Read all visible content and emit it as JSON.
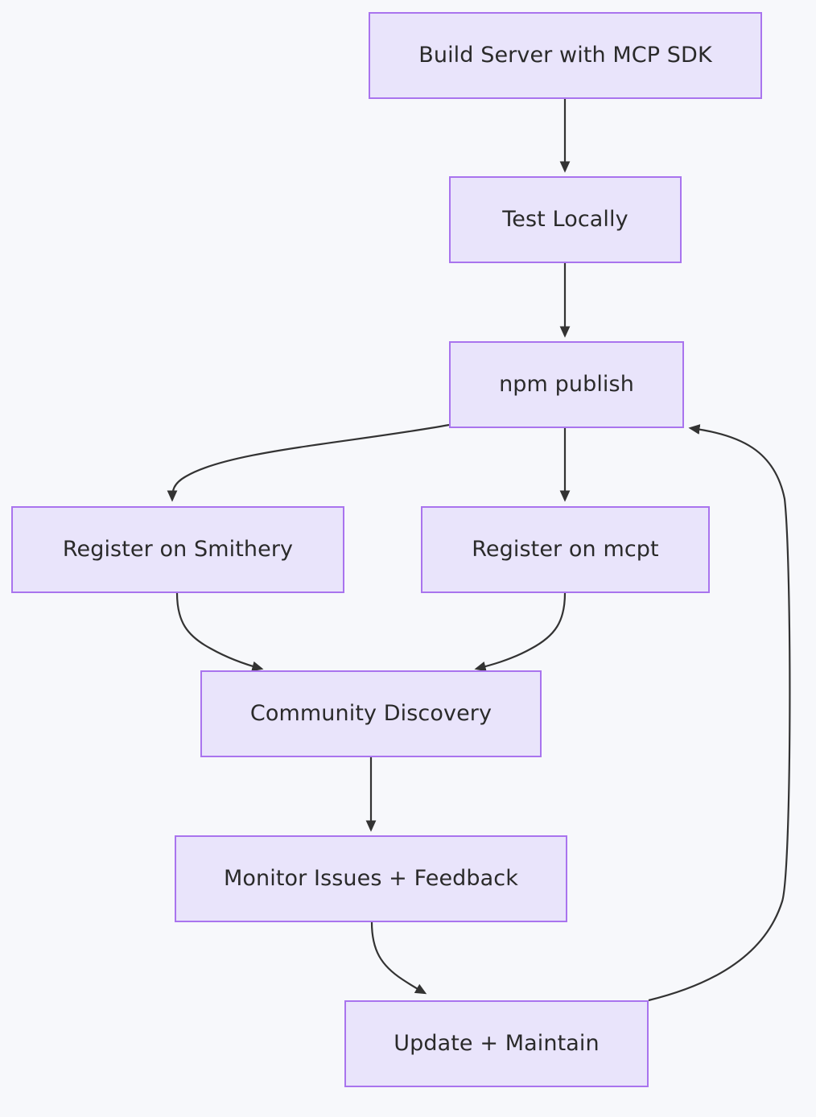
{
  "diagram": {
    "type": "flowchart",
    "direction": "top-down",
    "background_color": "#f7f8fb",
    "node_fill_color": "#e9e4fb",
    "node_border_color": "#a974ee",
    "node_text_color": "#2a2a2a",
    "edge_color": "#333333",
    "nodes": [
      {
        "id": "build",
        "label": "Build Server with MCP SDK"
      },
      {
        "id": "test",
        "label": "Test Locally"
      },
      {
        "id": "publish",
        "label": "npm publish"
      },
      {
        "id": "smithery",
        "label": "Register on Smithery"
      },
      {
        "id": "mcpt",
        "label": "Register on mcpt"
      },
      {
        "id": "community",
        "label": "Community Discovery"
      },
      {
        "id": "monitor",
        "label": "Monitor Issues + Feedback"
      },
      {
        "id": "update",
        "label": "Update + Maintain"
      }
    ],
    "edges": [
      {
        "from": "build",
        "to": "test"
      },
      {
        "from": "test",
        "to": "publish"
      },
      {
        "from": "publish",
        "to": "smithery"
      },
      {
        "from": "publish",
        "to": "mcpt"
      },
      {
        "from": "smithery",
        "to": "community"
      },
      {
        "from": "mcpt",
        "to": "community"
      },
      {
        "from": "community",
        "to": "monitor"
      },
      {
        "from": "monitor",
        "to": "update"
      },
      {
        "from": "update",
        "to": "publish"
      }
    ]
  }
}
